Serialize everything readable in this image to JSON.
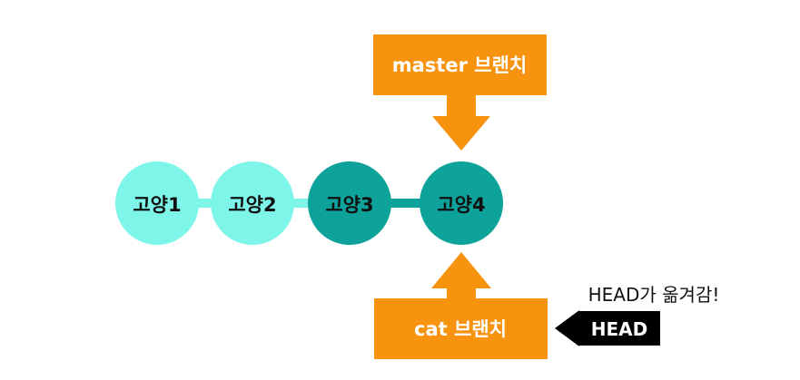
{
  "branches": {
    "master_label": "master 브랜치",
    "cat_label": "cat 브랜치"
  },
  "commits": [
    {
      "label": "고양1",
      "color": "#7ef5e9"
    },
    {
      "label": "고양2",
      "color": "#7ef5e9"
    },
    {
      "label": "고양3",
      "color": "#0ea39a"
    },
    {
      "label": "고양4",
      "color": "#0ea39a"
    }
  ],
  "head": {
    "label": "HEAD",
    "note": "HEAD가 옮겨감!"
  },
  "colors": {
    "branch": "#f7930f",
    "head_bg": "#000000",
    "connector_light": "#7ef5e9",
    "connector_dark": "#0ea39a"
  }
}
